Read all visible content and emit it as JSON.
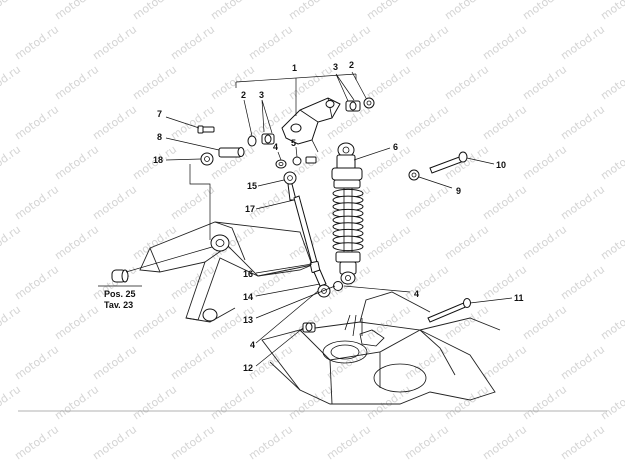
{
  "watermark": {
    "text": "motod.ru"
  },
  "callouts": {
    "c1": "1",
    "c2a": "2",
    "c2b": "2",
    "c3a": "3",
    "c3b": "3",
    "c4a": "4",
    "c4b": "4",
    "c4c": "4",
    "c5": "5",
    "c6": "6",
    "c7": "7",
    "c8": "8",
    "c9": "9",
    "c10": "10",
    "c11": "11",
    "c12": "12",
    "c13": "13",
    "c14": "14",
    "c15": "15",
    "c16": "16",
    "c17": "17",
    "c18": "18"
  },
  "reference": {
    "pos": "Pos. 25",
    "tav": "Tav. 23"
  }
}
